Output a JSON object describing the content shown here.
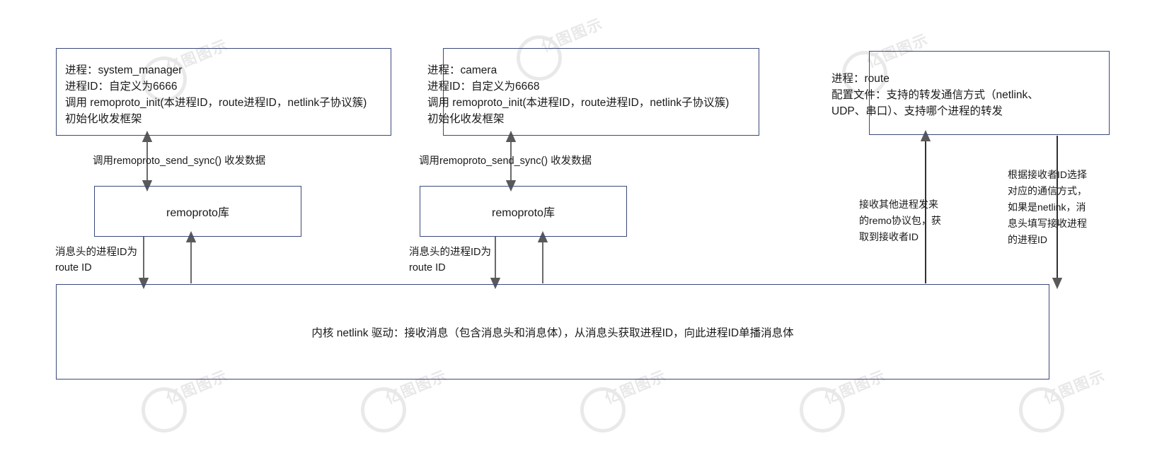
{
  "diagram": {
    "title": "remoproto netlink 进程通信架构图",
    "colors": {
      "box_border": "#3a4a7a",
      "arrow": "#595959",
      "text": "#1a1a1a",
      "background": "#ffffff",
      "watermark": "#e4e4e4"
    },
    "watermark_text": "亿图图示",
    "nodes": [
      {
        "id": "system-manager-process",
        "name": "进程框-system_manager",
        "lines": [
          "进程：system_manager",
          "进程ID：自定义为6666",
          "调用 remoproto_init(本进程ID，route进程ID，netlink子协议簇)",
          "初始化收发框架"
        ]
      },
      {
        "id": "camera-process",
        "name": "进程框-camera",
        "lines": [
          "进程：camera",
          "进程ID：自定义为6668",
          "调用 remoproto_init(本进程ID，route进程ID，netlink子协议簇)",
          "初始化收发框架"
        ]
      },
      {
        "id": "route-process",
        "name": "进程框-route",
        "lines": [
          "进程：route",
          "配置文件：支持的转发通信方式（netlink、",
          "UDP、串口）、支持哪个进程的转发"
        ]
      },
      {
        "id": "remoproto-lib-left",
        "name": "remoproto库-左",
        "label": "remoproto库"
      },
      {
        "id": "remoproto-lib-mid",
        "name": "remoproto库-中",
        "label": "remoproto库"
      },
      {
        "id": "kernel-netlink-driver",
        "name": "内核netlink驱动",
        "label": "内核 netlink 驱动：接收消息（包含消息头和消息体），从消息头获取进程ID，向此进程ID单播消息体"
      }
    ],
    "edge_labels": [
      {
        "id": "label-send-sync-left",
        "text": "调用remoproto_send_sync() 收发数据"
      },
      {
        "id": "label-send-sync-mid",
        "text": "调用remoproto_send_sync() 收发数据"
      },
      {
        "id": "label-msghdr-left",
        "lines": [
          "消息头的进程ID为",
          "route ID"
        ]
      },
      {
        "id": "label-msghdr-mid",
        "lines": [
          "消息头的进程ID为",
          "route ID"
        ]
      },
      {
        "id": "label-recv-remo",
        "lines": [
          "接收其他进程发来",
          "的remo协议包，获",
          "取到接收者ID"
        ]
      },
      {
        "id": "label-select-comm",
        "lines": [
          "根据接收者ID选择",
          "对应的通信方式，",
          "如果是netlink，消",
          "息头填写接收进程",
          "的进程ID"
        ]
      }
    ]
  }
}
